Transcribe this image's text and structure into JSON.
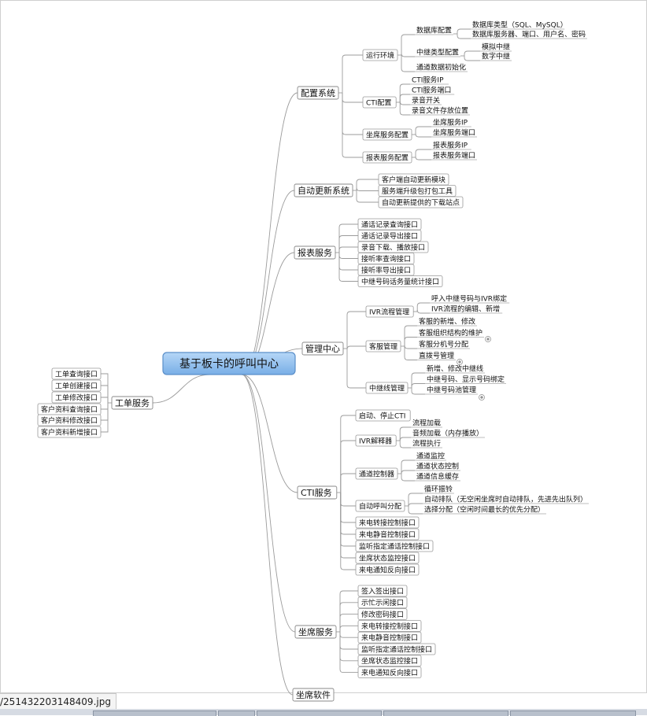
{
  "root": {
    "label": "基于板卡的呼叫中心"
  },
  "status_text": "/251432203148409.jpg",
  "left_branches": [
    {
      "label": "工单服务",
      "children": [
        "工单查询接口",
        "工单创建接口",
        "工单修改接口",
        "客户资料查询接口",
        "客户资料修改接口",
        "客户资料新增接口"
      ]
    }
  ],
  "branches": [
    {
      "label": "配置系统",
      "children": [
        {
          "label": "运行环境",
          "children": [
            {
              "label": "数据库配置",
              "children": [
                "数据库类型（SQL、MySQL）",
                "数据库服务器、端口、用户名、密码"
              ]
            },
            {
              "label": "中继类型配置",
              "children": [
                "模拟中继",
                "数字中继"
              ]
            },
            {
              "label": "通道数据初始化"
            }
          ]
        },
        {
          "label": "CTI配置",
          "children": [
            "CTI服务IP",
            "CTI服务端口",
            "录音开关",
            "录音文件存放位置"
          ]
        },
        {
          "label": "坐席服务配置",
          "children": [
            "坐席服务IP",
            "坐席服务端口"
          ]
        },
        {
          "label": "报表服务配置",
          "children": [
            "报表服务IP",
            "报表服务端口"
          ]
        }
      ]
    },
    {
      "label": "自动更新系统",
      "children": [
        "客户端自动更新模块",
        "服务端升级包打包工具",
        "自动更新提供的下载站点"
      ]
    },
    {
      "label": "报表服务",
      "children": [
        "通话记录查询接口",
        "通话记录导出接口",
        "录音下载、播放接口",
        "接听率查询接口",
        "接听率导出接口",
        "中继号码话务量统计接口"
      ]
    },
    {
      "label": "管理中心",
      "children": [
        {
          "label": "IVR流程管理",
          "children": [
            "呼入中继号码与IVR绑定",
            "IVR流程的编辑、新增"
          ]
        },
        {
          "label": "客服管理",
          "children": [
            "客服的新增、修改",
            "客服组织结构的维护",
            "客服分机号分配",
            "直拨号管理"
          ]
        },
        {
          "label": "中继线管理",
          "children": [
            "新增、修改中继线",
            "中继号码、显示号码绑定",
            "中继号码池管理"
          ]
        }
      ]
    },
    {
      "label": "CTI服务",
      "children": [
        {
          "label": "启动、停止CTI"
        },
        {
          "label": "IVR解释器",
          "children": [
            "流程加载",
            "音频加载（内存播放）",
            "流程执行"
          ]
        },
        {
          "label": "通道控制器",
          "children": [
            "通道监控",
            "通道状态控制",
            "通道信息缓存"
          ]
        },
        {
          "label": "自动呼叫分配",
          "children": [
            "循环振铃",
            "自动排队（无空闲坐席时自动排队，先进先出队列）",
            "选择分配（空闲时间最长的优先分配）"
          ]
        },
        {
          "label": "来电转接控制接口"
        },
        {
          "label": "来电静音控制接口"
        },
        {
          "label": "监听指定通话控制接口"
        },
        {
          "label": "坐席状态监控接口"
        },
        {
          "label": "来电通知反向接口"
        }
      ]
    },
    {
      "label": "坐席服务",
      "children": [
        "签入签出接口",
        "示忙示闲接口",
        "修改密码接口",
        "来电转接控制接口",
        "来电静音控制接口",
        "监听指定通话控制接口",
        "坐席状态监控接口",
        "来电通知反向接口"
      ]
    },
    {
      "label": "坐席软件"
    }
  ],
  "colors": {
    "root_fill": "#8fbfef",
    "root_border": "#5b8fc9",
    "line": "#9b9b9b",
    "box_border": "#9a9a9a"
  }
}
